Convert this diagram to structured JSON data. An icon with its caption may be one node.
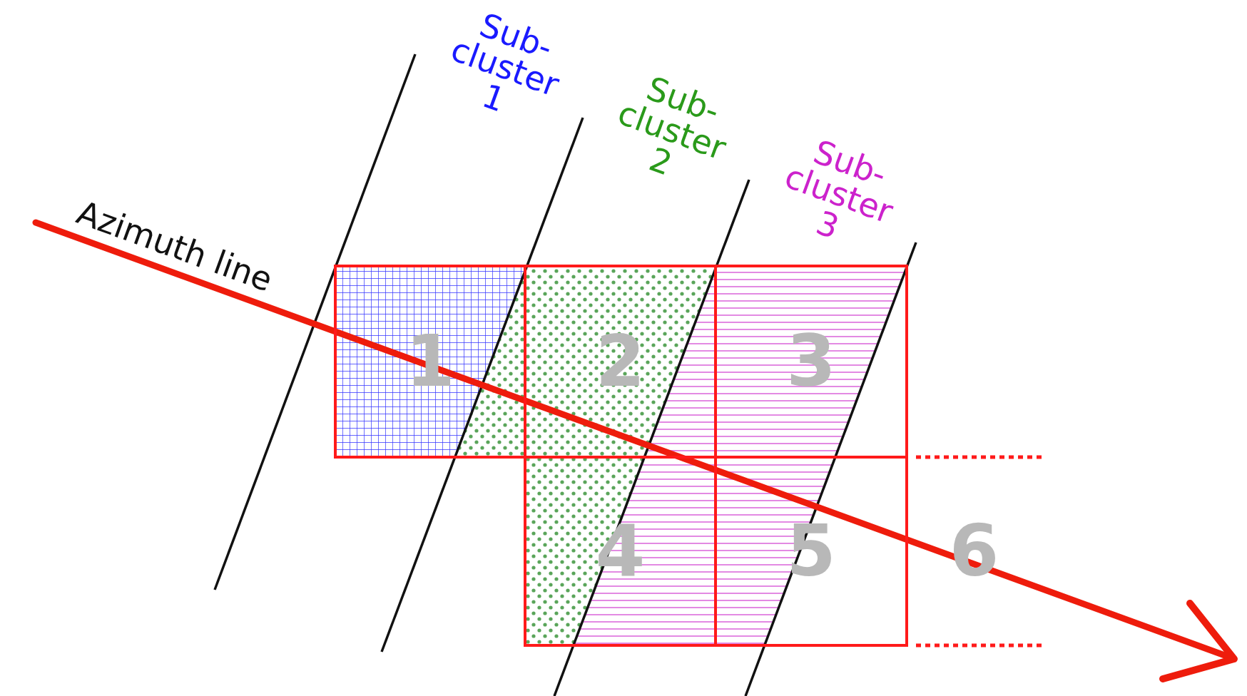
{
  "diagram": {
    "nodes": [
      {
        "text": [
          "1"
        ]
      },
      {
        "text": [
          "2"
        ]
      },
      {
        "text": [
          "3"
        ]
      },
      {
        "text": [
          "4"
        ]
      },
      {
        "text": [
          "5"
        ]
      },
      {
        "text": [
          "6"
        ]
      }
    ],
    "labels": [
      "Sub-cluster 1",
      "Sub-cluster 2",
      "Sub-cluster 3",
      "Azimuth line"
    ]
  }
}
